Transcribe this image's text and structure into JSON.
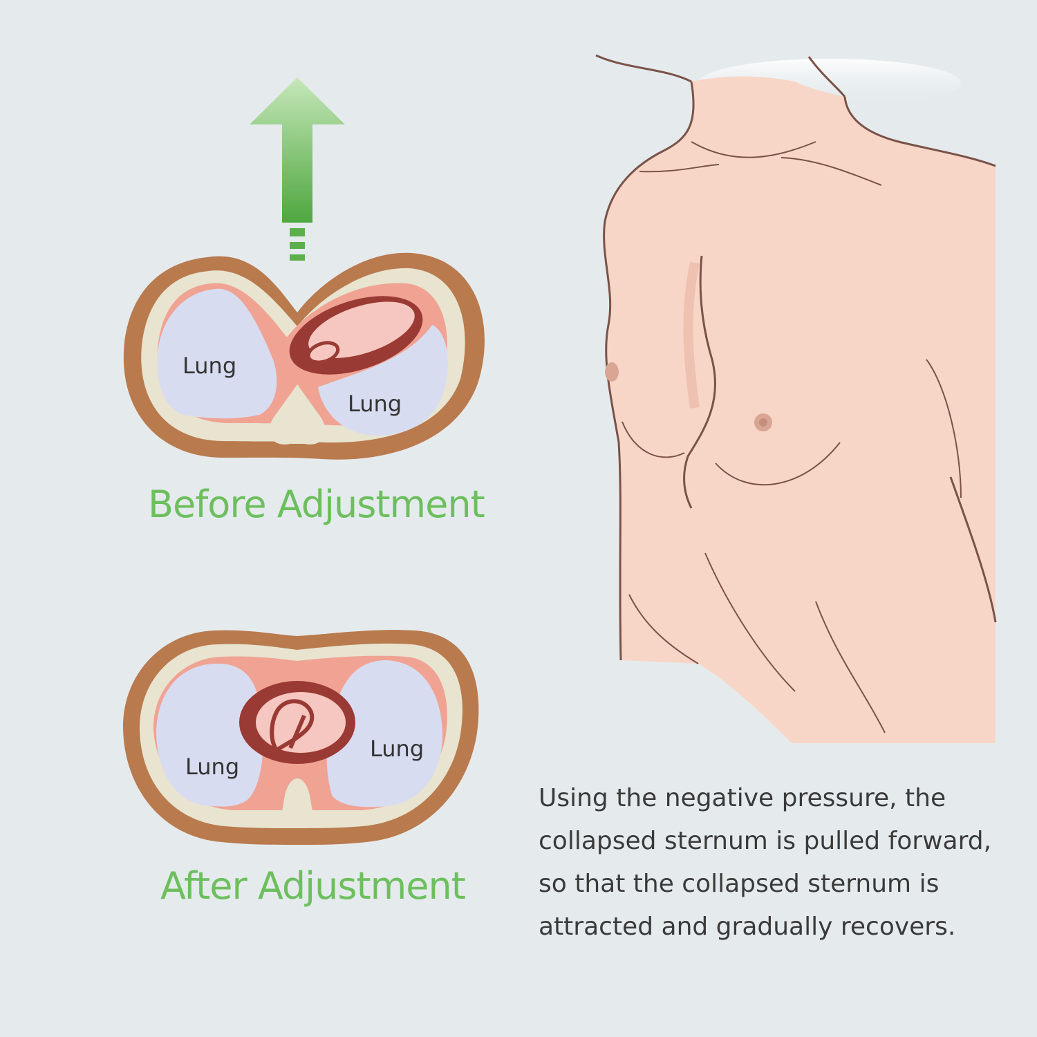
{
  "before": {
    "caption": "Before Adjustment",
    "lung_left": "Lung",
    "lung_right": "Lung"
  },
  "after": {
    "caption": "After Adjustment",
    "lung_left": "Lung",
    "lung_right": "Lung"
  },
  "description": {
    "lines": [
      "Using the negative pressure, the",
      "collapsed sternum is pulled forward,",
      "so that the collapsed sternum is",
      "attracted and gradually recovers."
    ]
  },
  "colors": {
    "background": "#e5ebed",
    "arrow": "#6dbf5e",
    "caption": "#6dbf5e",
    "body_wall": "#b97a4e",
    "bone": "#e8e4d0",
    "pleura": "#f0a293",
    "lung": "#d8dcf0",
    "heart_outer": "#9a3a34",
    "heart_inner": "#f6c7c0",
    "skin": "#f7d6c8",
    "skin_outline": "#7a5248"
  },
  "icons": {
    "arrow": "up-arrow-icon"
  }
}
